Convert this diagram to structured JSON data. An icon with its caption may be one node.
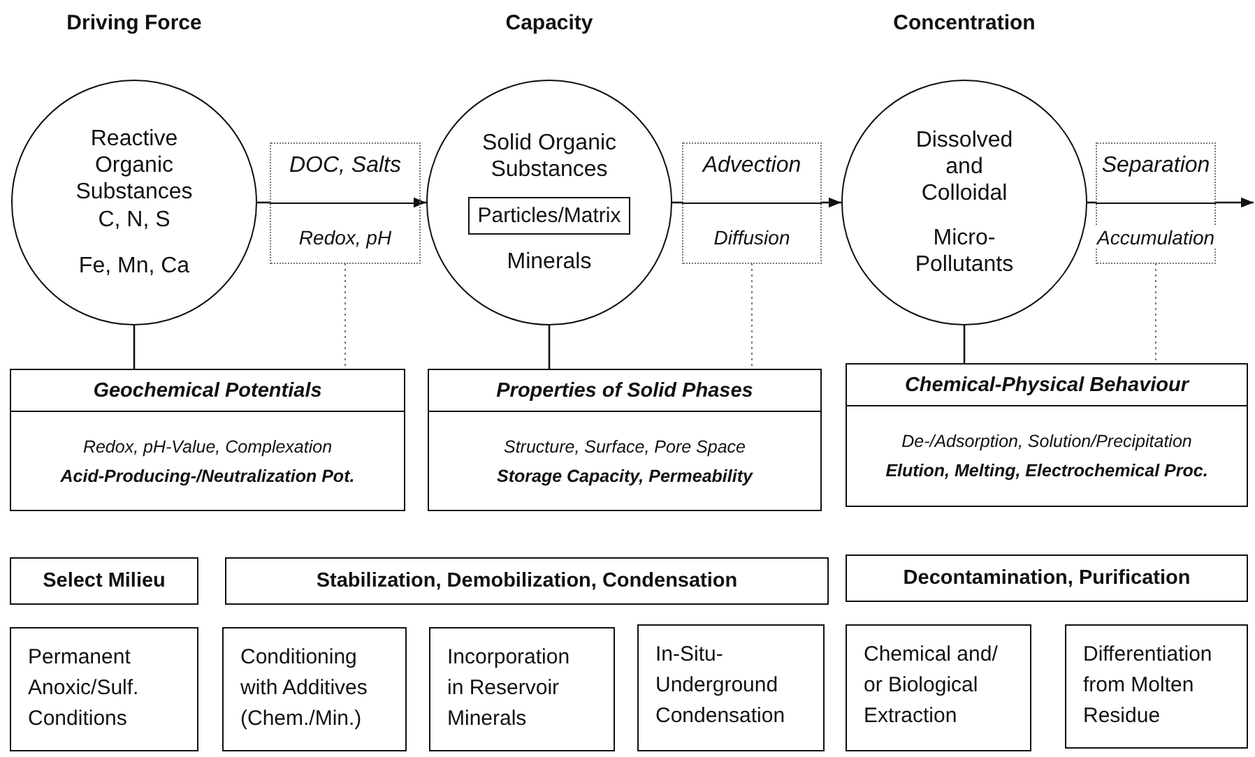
{
  "diagram": {
    "nodes": [
      {
        "text": [
          "Reactive Organic Substances C, N, S",
          "Fe, Mn, Ca"
        ]
      },
      {
        "text": [
          "Solid Organic Substances",
          "Minerals"
        ]
      },
      {
        "text": [
          "Particles/Matrix"
        ],
        "in": 1
      },
      {
        "text": [
          "Dissolved and Colloidal",
          "Micro-Pollutants"
        ]
      },
      {
        "text": [
          "DOC, Salts",
          "Redox, pH"
        ]
      },
      {
        "text": [
          "Advection",
          "Diffusion"
        ]
      },
      {
        "text": [
          "Separation",
          "Accumulation"
        ]
      },
      {
        "text": [
          "Geochemical Potentials",
          "Redox, pH-Value, Complexation",
          "Acid-Producing-/Neutralization Pot."
        ]
      },
      {
        "text": [
          "Properties of Solid Phases",
          "Structure, Surface, Pore Space",
          "Storage Capacity, Permeability"
        ]
      },
      {
        "text": [
          "Chemical-Physical Behaviour",
          "De-/Adsorption, Solution/Precipitation",
          "Elution, Melting, Electrochemical Proc."
        ]
      },
      {
        "text": [
          "Select Milieu"
        ]
      },
      {
        "text": [
          "Stabilization, Demobilization, Condensation"
        ]
      },
      {
        "text": [
          "Decontamination, Purification"
        ]
      },
      {
        "text": [
          "Permanent Anoxic/Sulf. Conditions"
        ]
      },
      {
        "text": [
          "Conditioning with Additives (Chem./Min.)"
        ]
      },
      {
        "text": [
          "Incorporation in Reservoir Minerals"
        ]
      },
      {
        "text": [
          "In-Situ-Underground Condensation"
        ]
      },
      {
        "text": [
          "Chemical and/ or Biological Extraction"
        ]
      },
      {
        "text": [
          "Differentiation from Molten Residue"
        ]
      }
    ],
    "edges": [
      {
        "from": 0,
        "to": 4,
        "arrow": "none"
      },
      {
        "from": 4,
        "to": 1,
        "arrow": "to"
      },
      {
        "from": 1,
        "to": 5,
        "arrow": "none"
      },
      {
        "from": 5,
        "to": 3,
        "arrow": "to"
      },
      {
        "from": 3,
        "to": 6,
        "arrow": "none"
      },
      {
        "from": 6,
        "to": null,
        "arrow": "to"
      },
      {
        "from": 0,
        "to": 7,
        "arrow": "none"
      },
      {
        "from": 1,
        "to": 8,
        "arrow": "none"
      },
      {
        "from": 3,
        "to": 9,
        "arrow": "none"
      },
      {
        "from": 4,
        "to": 7,
        "arrow": "none",
        "style": "dashed",
        "color": "#777777"
      },
      {
        "from": 5,
        "to": 8,
        "arrow": "none",
        "style": "dashed",
        "color": "#777777"
      },
      {
        "from": 6,
        "to": 9,
        "arrow": "none",
        "style": "dashed",
        "color": "#777777"
      }
    ],
    "labels": [
      "Driving Force",
      "Capacity",
      "Concentration"
    ]
  }
}
